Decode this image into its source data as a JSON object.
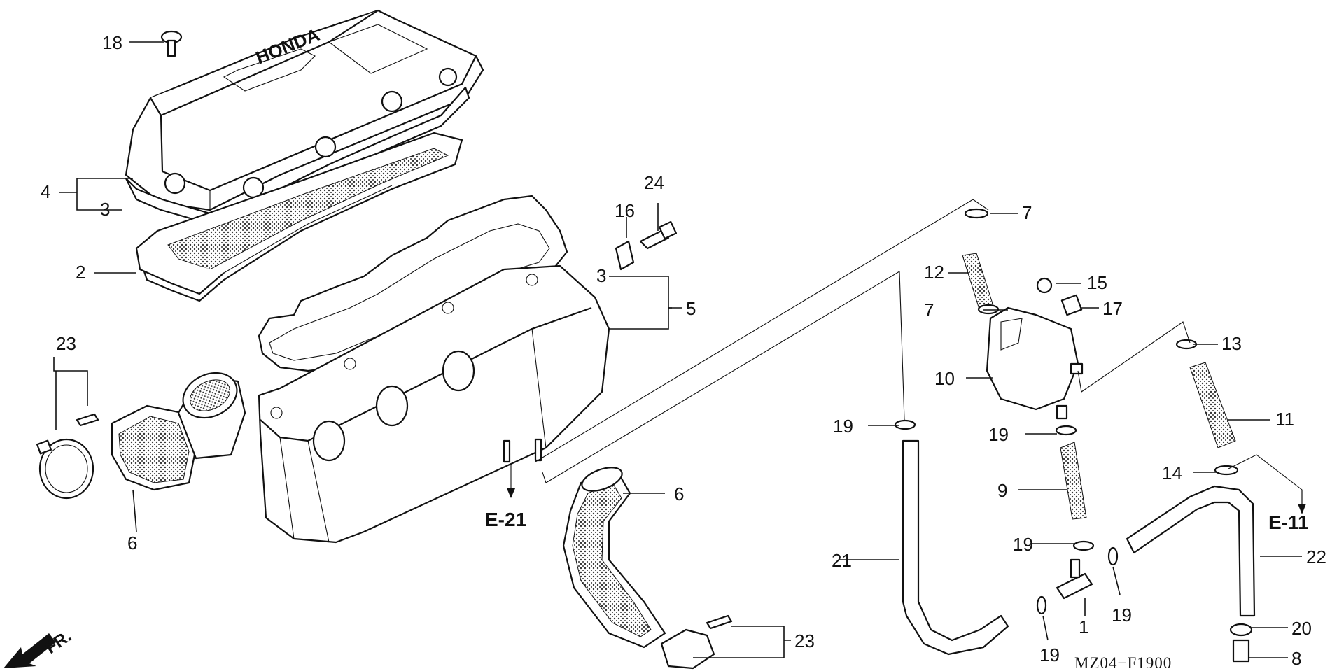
{
  "diagram": {
    "code": "MZ04−F1900",
    "cover_lettering": "HONDA",
    "direction_label": "FR.",
    "refs": {
      "e21": "E-21",
      "e11": "E-11"
    },
    "callouts": {
      "n1": "1",
      "n2": "2",
      "n3a": "3",
      "n3b": "3",
      "n4": "4",
      "n5": "5",
      "n6a": "6",
      "n6b": "6",
      "n7a": "7",
      "n7b": "7",
      "n8": "8",
      "n9": "9",
      "n10": "10",
      "n11": "11",
      "n12": "12",
      "n13": "13",
      "n14": "14",
      "n15": "15",
      "n16": "16",
      "n17": "17",
      "n18": "18",
      "n19a": "19",
      "n19b": "19",
      "n19c": "19",
      "n19d": "19",
      "n19e": "19",
      "n20": "20",
      "n21": "21",
      "n22": "22",
      "n23a": "23",
      "n23b": "23",
      "n24": "24"
    }
  }
}
